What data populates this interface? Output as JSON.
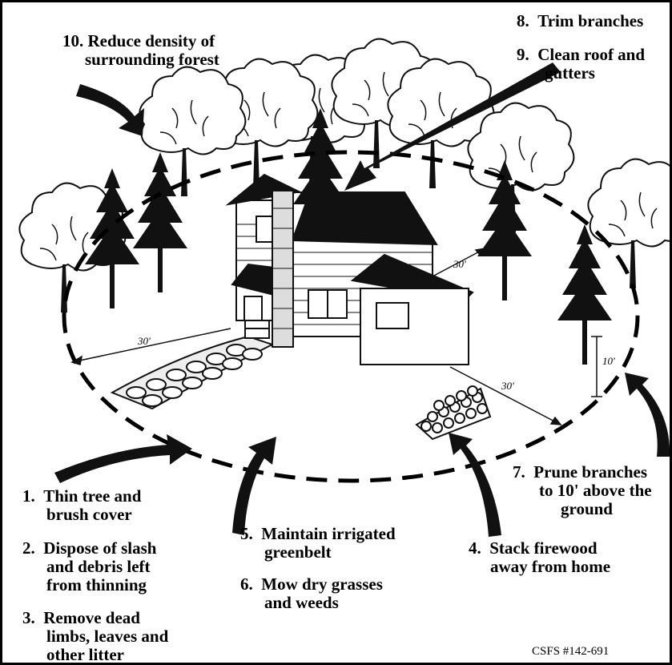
{
  "diagram": {
    "labels": {
      "item1": {
        "num": "1.",
        "line1": "Thin tree and",
        "line2": "brush cover"
      },
      "item2": {
        "num": "2.",
        "line1": "Dispose of slash",
        "line2": "and debris left",
        "line3": "from thinning"
      },
      "item3": {
        "num": "3.",
        "line1": "Remove dead",
        "line2": "limbs, leaves and",
        "line3": "other litter"
      },
      "item4": {
        "num": "4.",
        "line1": "Stack firewood",
        "line2": "away from home"
      },
      "item5": {
        "num": "5.",
        "line1": "Maintain irrigated",
        "line2": "greenbelt"
      },
      "item6": {
        "num": "6.",
        "line1": "Mow dry grasses",
        "line2": "and weeds"
      },
      "item7": {
        "num": "7.",
        "line1": "Prune branches",
        "line2": "to 10' above the",
        "line3": "ground"
      },
      "item8": {
        "num": "8.",
        "line1": "Trim branches"
      },
      "item9": {
        "num": "9.",
        "line1": "Clean roof and",
        "line2": "gutters"
      },
      "item10": {
        "num": "10.",
        "line1": "Reduce density of",
        "line2": "surrounding forest"
      }
    },
    "dimensions": {
      "left_radius": "30'",
      "right_radius": "30'",
      "front_radius": "30'",
      "prune_height": "10'"
    },
    "credit": "CSFS #142-691"
  }
}
